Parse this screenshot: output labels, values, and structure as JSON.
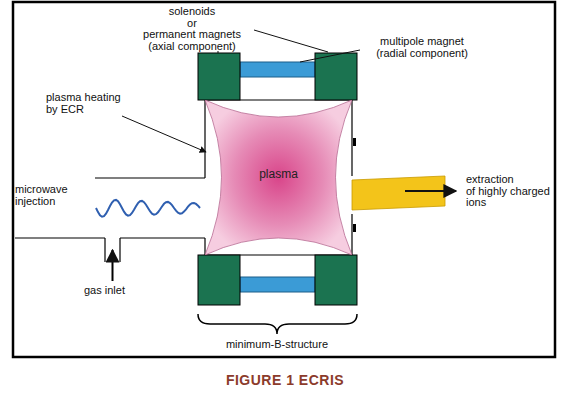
{
  "diagram": {
    "caption": "FIGURE 1 ECRIS",
    "nodes": [
      {
        "text": [
          "plasma"
        ]
      }
    ],
    "labels": [
      "solenoids or permanent magnets (axial component)",
      "multipole magnet (radial component)",
      "plasma heating by ECR",
      "microwave injection",
      "gas inlet",
      "extraction of highly charged ions",
      "minimum-B-structure"
    ]
  }
}
